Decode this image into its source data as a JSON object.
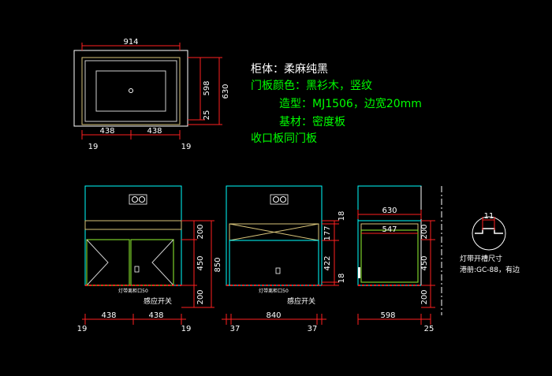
{
  "notes": {
    "line1": "柜体：柔麻纯黑",
    "line2": "门板颜色：黑衫木，竖纹",
    "line3": "造型：MJ1506，边宽20mm",
    "line4": "基材：密度板",
    "line5": "收口板同门板"
  },
  "plan_view": {
    "width_total": "914",
    "depth_total": "630",
    "depth_inner": "598",
    "depth_offset": "25",
    "half_left": "438",
    "half_right": "438",
    "edge_left": "19",
    "edge_right": "19"
  },
  "front_view_doors": {
    "top_height": "200",
    "middle_height": "450",
    "bottom_height": "200",
    "total_height": "850",
    "half_left": "438",
    "half_right": "438",
    "edge_left": "19",
    "edge_right": "19",
    "led_note": "灯带离柜口50",
    "sensor_label": "感应开关"
  },
  "front_view_open": {
    "top_offset": "18",
    "drawer_height": "177",
    "middle_height": "422",
    "bottom_offset": "18",
    "inner_width": "840",
    "edge_left": "37",
    "edge_right": "37",
    "led_note": "灯带离柜口50",
    "sensor_label": "感应开关"
  },
  "side_view": {
    "depth_total": "630",
    "depth_inner": "547",
    "depth_bottom": "598",
    "depth_offset": "25",
    "top_height": "200",
    "middle_height": "450",
    "bottom_height": "200"
  },
  "groove_detail": {
    "width": "11",
    "label_line1": "灯带开槽尺寸",
    "label_line2": "港册:GC-88，有边"
  }
}
